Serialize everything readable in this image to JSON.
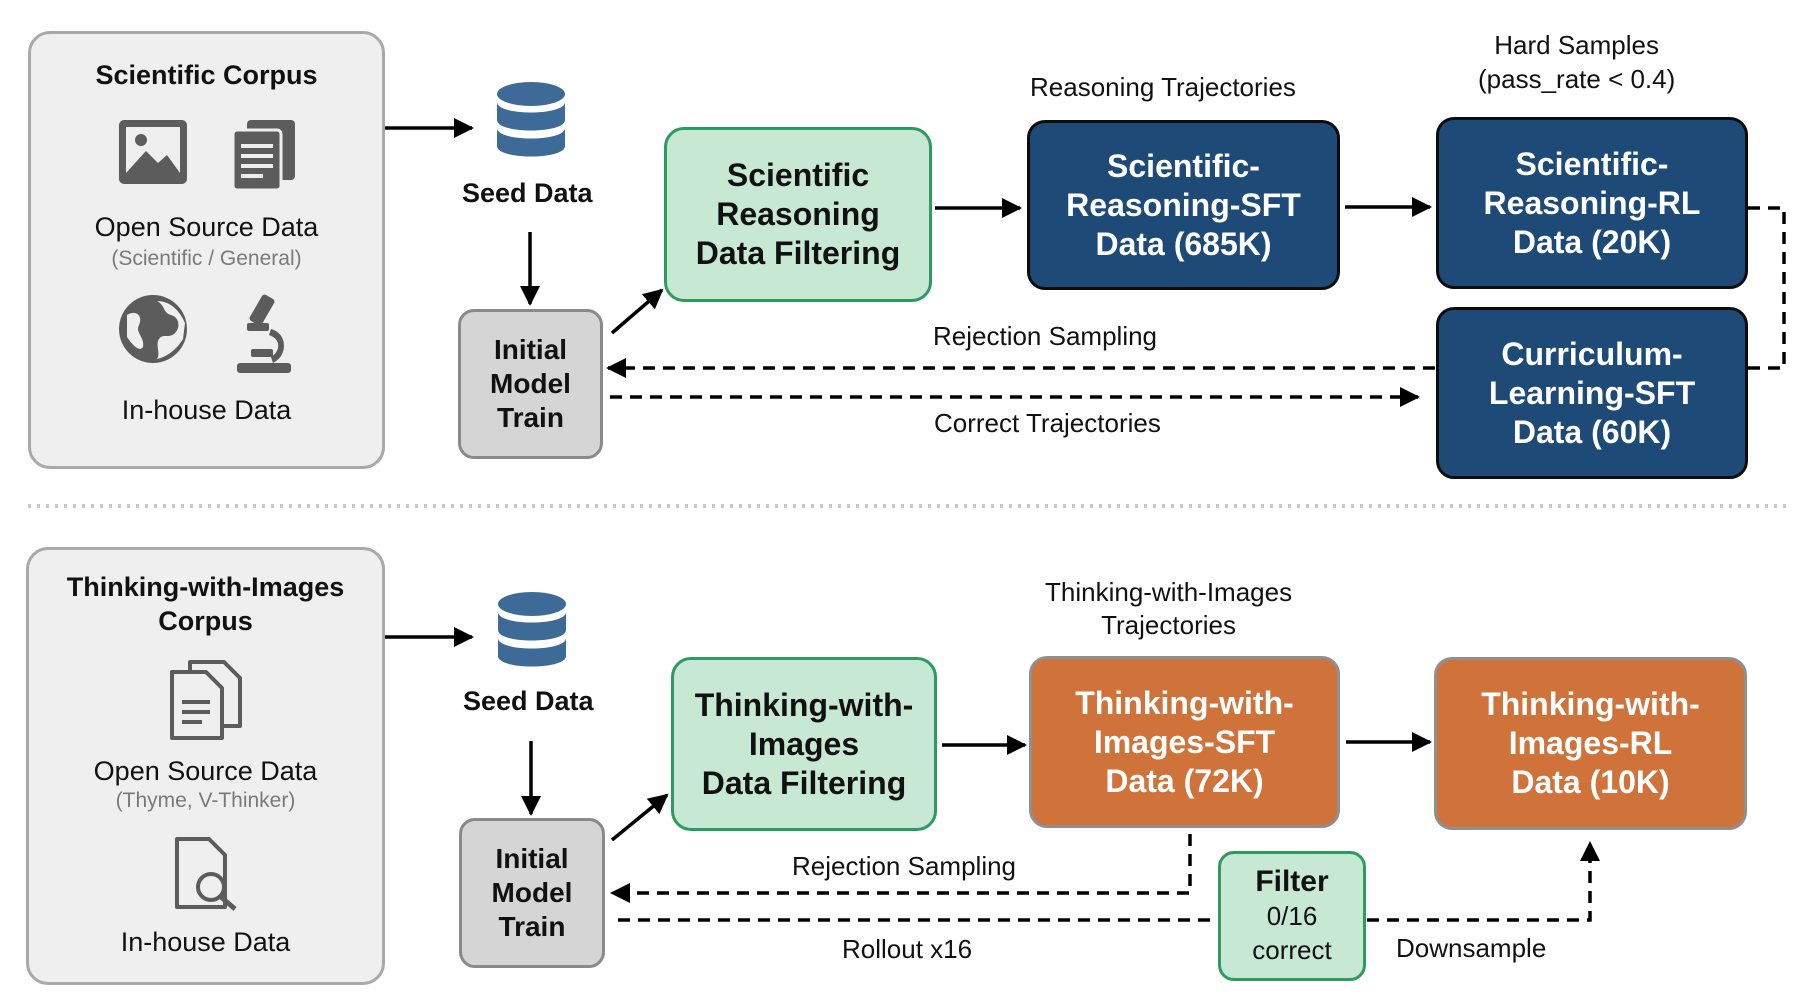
{
  "top": {
    "corpus": {
      "title": "Scientific Corpus",
      "open_source_label": "Open Source Data",
      "open_source_sub": "(Scientific / General)",
      "inhouse_label": "In-house Data"
    },
    "seed_label": "Seed Data",
    "initial_model": [
      "Initial",
      "Model",
      "Train"
    ],
    "filtering": [
      "Scientific",
      "Reasoning",
      "Data Filtering"
    ],
    "sft": [
      "Scientific-",
      "Reasoning-SFT",
      "Data (685K)"
    ],
    "rl": [
      "Scientific-",
      "Reasoning-RL",
      "Data (20K)"
    ],
    "curriculum": [
      "Curriculum-",
      "Learning-SFT",
      "Data (60K)"
    ],
    "reasoning_trajectories": "Reasoning Trajectories",
    "hard_samples": [
      "Hard Samples",
      "(pass_rate < 0.4)"
    ],
    "rejection_sampling": "Rejection Sampling",
    "correct_trajectories": "Correct Trajectories"
  },
  "bottom": {
    "corpus": {
      "title": [
        "Thinking-with-Images",
        "Corpus"
      ],
      "open_source_label": "Open Source Data",
      "open_source_sub": "(Thyme, V-Thinker)",
      "inhouse_label": "In-house Data"
    },
    "seed_label": "Seed Data",
    "initial_model": [
      "Initial",
      "Model",
      "Train"
    ],
    "filtering": [
      "Thinking-with-",
      "Images",
      "Data Filtering"
    ],
    "sft": [
      "Thinking-with-",
      "Images-SFT",
      "Data (72K)"
    ],
    "rl": [
      "Thinking-with-",
      "Images-RL",
      "Data (10K)"
    ],
    "trajectories_label": [
      "Thinking-with-Images",
      "Trajectories"
    ],
    "rejection_sampling": "Rejection Sampling",
    "rollout": "Rollout x16",
    "filter": [
      "Filter",
      "0/16",
      "correct"
    ],
    "downsample": "Downsample"
  },
  "colors": {
    "navy": "#1e4a78",
    "orange": "#d0733a",
    "green_fill": "#c7e8d3",
    "green_border": "#2e9a60",
    "icon_gray": "#5c5c5c",
    "seed_blue": "#3d6a96"
  },
  "icons": [
    "image-icon",
    "document-icon",
    "globe-icon",
    "microscope-icon",
    "database-icon",
    "document-search-icon"
  ]
}
